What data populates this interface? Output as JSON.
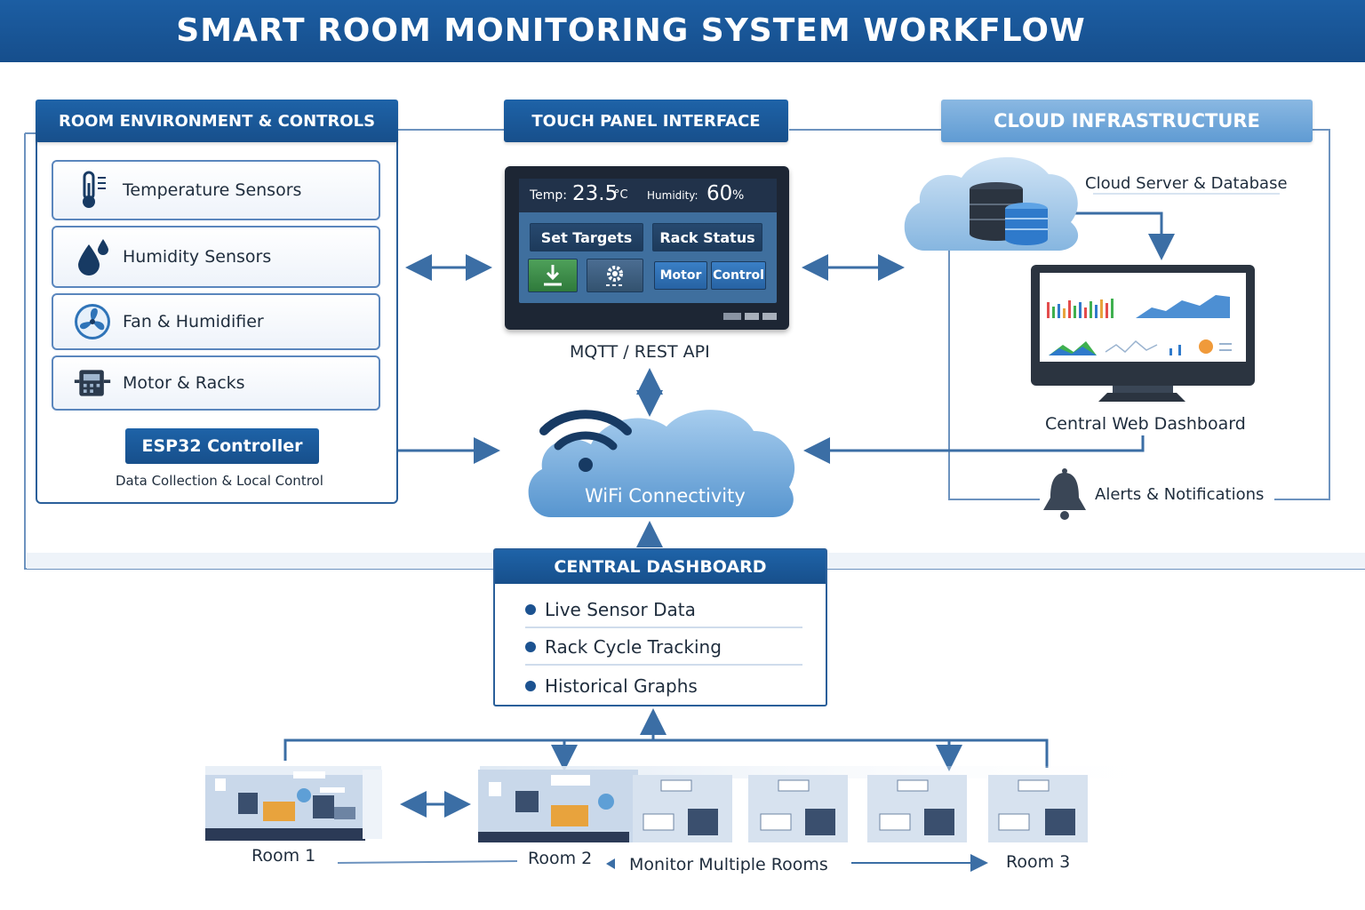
{
  "title": "SMART ROOM MONITORING SYSTEM WORKFLOW",
  "sections": {
    "room_env": "ROOM ENVIRONMENT & CONTROLS",
    "touch_panel": "TOUCH PANEL INTERFACE",
    "cloud": "CLOUD INFRASTRUCTURE",
    "central": "CENTRAL DASHBOARD"
  },
  "room_env": {
    "items": [
      {
        "label": "Temperature Sensors",
        "icon": "thermometer-icon"
      },
      {
        "label": "Humidity Sensors",
        "icon": "water-drops-icon"
      },
      {
        "label": "Fan & Humidifier",
        "icon": "fan-icon"
      },
      {
        "label": "Motor & Racks",
        "icon": "motor-icon"
      }
    ],
    "controller": "ESP32 Controller",
    "controller_caption": "Data Collection & Local Control"
  },
  "touch_panel": {
    "temp_label": "Temp:",
    "temp_value": "23.5",
    "temp_unit": "°C",
    "humidity_label": "Humidity:",
    "humidity_value": "60",
    "humidity_unit": "%",
    "set_targets": "Set Targets",
    "rack_status": "Rack Status",
    "motor": "Motor",
    "control": "Control",
    "api_label": "MQTT / REST API"
  },
  "wifi": {
    "label": "WiFi Connectivity"
  },
  "cloud": {
    "server_label": "Cloud Server & Database",
    "dashboard_label": "Central Web Dashboard",
    "alerts_label": "Alerts & Notifications"
  },
  "central": {
    "items": [
      "Live Sensor Data",
      "Rack Cycle Tracking",
      "Historical Graphs"
    ]
  },
  "rooms": {
    "room1": "Room 1",
    "room2": "Room 2",
    "room3": "Room 3",
    "monitor_label": "Monitor Multiple Rooms"
  },
  "colors": {
    "primary": "#1c5ea3",
    "accent_light": "#6aa6d8",
    "line": "#3b6ea5"
  }
}
